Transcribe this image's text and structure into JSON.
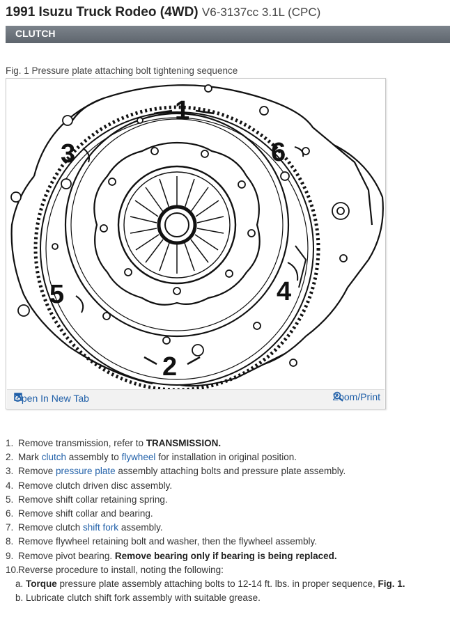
{
  "header": {
    "title": "1991 Isuzu Truck Rodeo (4WD)",
    "subtitle": "V6-3137cc 3.1L (CPC)"
  },
  "section": {
    "label": "CLUTCH"
  },
  "figure": {
    "caption": "Fig. 1 Pressure plate attaching bolt tightening sequence",
    "sequence_labels": [
      "1",
      "2",
      "3",
      "4",
      "5",
      "6"
    ],
    "open_tab_label": "Open In New Tab",
    "zoom_label": "Zoom/Print"
  },
  "steps": [
    {
      "num": "1.",
      "t1": "Remove transmission, refer to ",
      "bold": "TRANSMISSION."
    },
    {
      "num": "2.",
      "t1": "Mark ",
      "link1": "clutch",
      "t2": " assembly to ",
      "link2": "flywheel",
      "t3": " for installation in original position."
    },
    {
      "num": "3.",
      "t1": "Remove ",
      "link1": "pressure plate",
      "t2": " assembly attaching bolts and pressure plate assembly."
    },
    {
      "num": "4.",
      "text": "Remove clutch driven disc assembly."
    },
    {
      "num": "5.",
      "text": "Remove shift collar retaining spring."
    },
    {
      "num": "6.",
      "text": "Remove shift collar and bearing."
    },
    {
      "num": "7.",
      "t1": "Remove clutch ",
      "link1": "shift fork",
      "t2": " assembly."
    },
    {
      "num": "8.",
      "text": "Remove flywheel retaining bolt and washer, then the flywheel assembly."
    },
    {
      "num": "9.",
      "t1": "Remove pivot bearing. ",
      "bold": "Remove bearing only if bearing is being replaced."
    },
    {
      "num": "10.",
      "text": "Reverse procedure to install, noting the following:"
    }
  ],
  "substeps": [
    {
      "letter": "a.",
      "bold1": "Torque",
      "t1": " pressure plate assembly attaching bolts to 12-14 ft. lbs. in proper sequence, ",
      "bold2": "Fig. 1."
    },
    {
      "letter": "b.",
      "text": "Lubricate clutch shift fork assembly with suitable grease."
    }
  ]
}
